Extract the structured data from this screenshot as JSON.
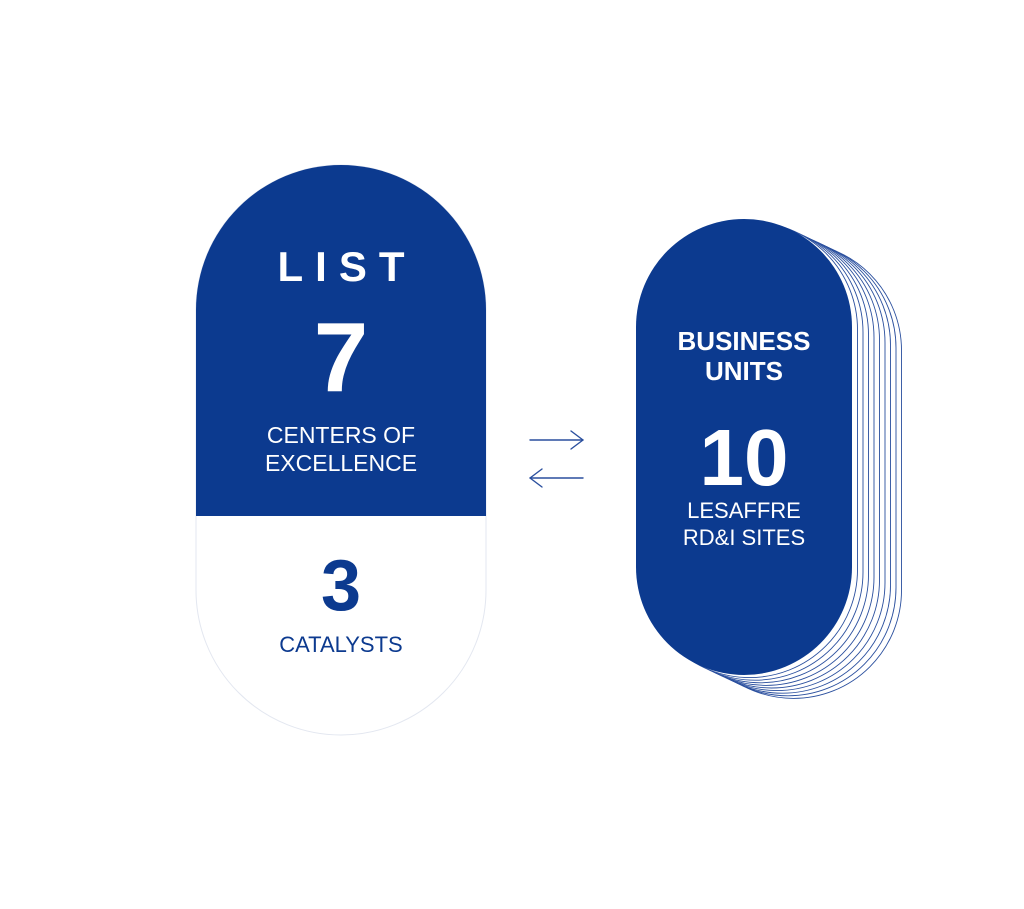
{
  "colors": {
    "primary_blue": "#0c3a8f",
    "white": "#ffffff",
    "outline_blue": "#2a4f9e"
  },
  "left_pill": {
    "title": "LIST",
    "number": "7",
    "description_line1": "CENTERS OF",
    "description_line2": "EXCELLENCE",
    "bottom_number": "3",
    "bottom_description": "CATALYSTS"
  },
  "connector": {
    "icon": "bidirectional-arrows-icon"
  },
  "right_pill": {
    "title_line1": "BUSINESS",
    "title_line2": "UNITS",
    "number": "10",
    "description_line1": "LESAFFRE",
    "description_line2": "RD&I SITES",
    "stacked_layers_icon": "stacked-outline-cards"
  }
}
